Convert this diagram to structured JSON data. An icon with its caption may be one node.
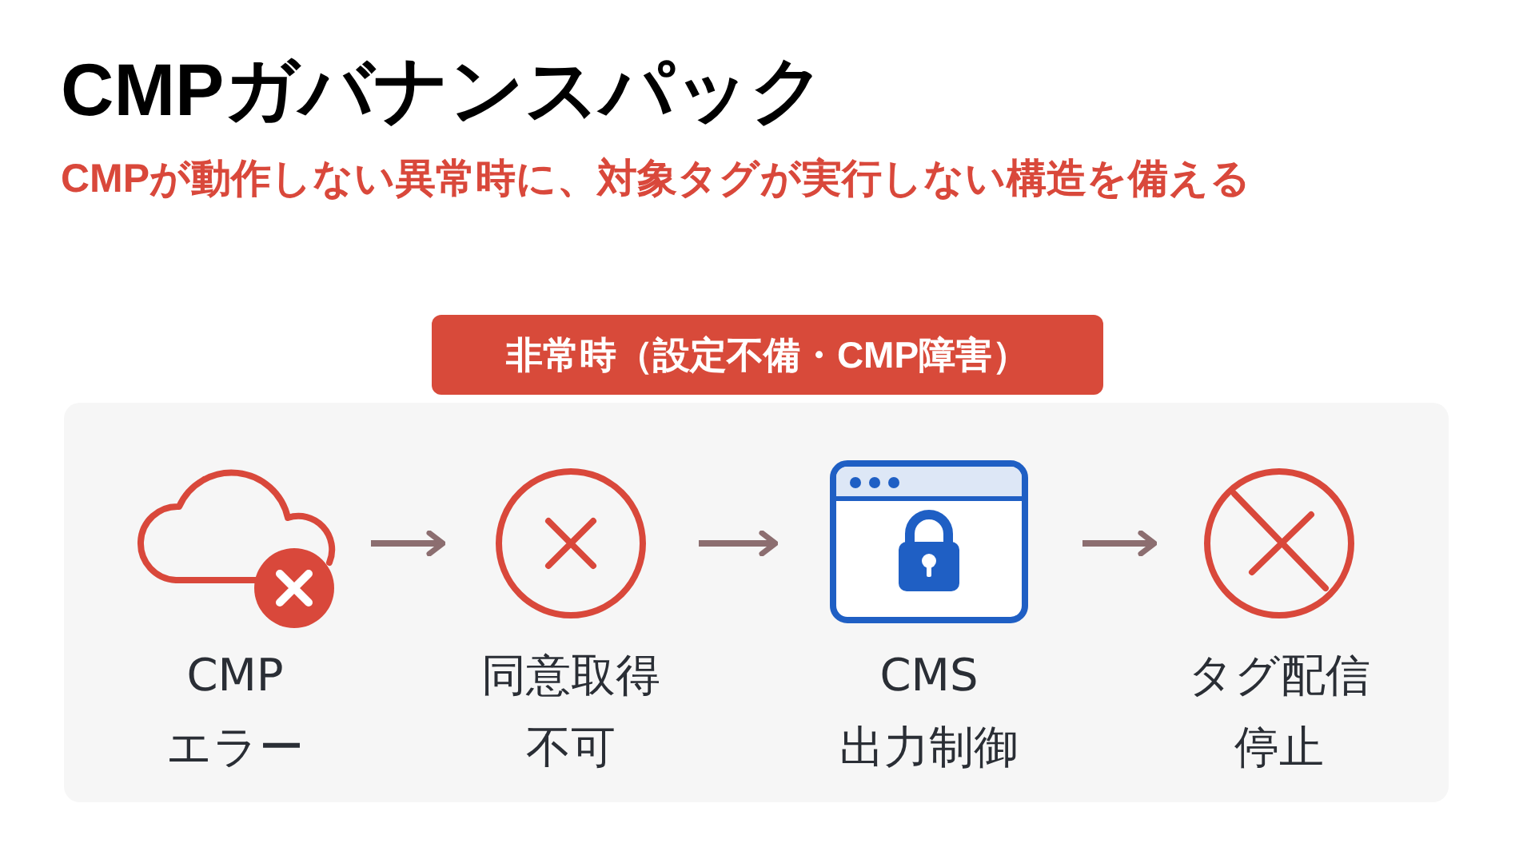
{
  "diagram": {
    "title": "CMPガバナンスパック",
    "nodes": [
      {
        "text": [
          "非常時（設定不備・CMP障害）"
        ]
      },
      {
        "text": [
          "CMP エラー"
        ]
      },
      {
        "text": [
          "同意取得不可"
        ]
      },
      {
        "text": [
          "CMS 出力制御"
        ]
      },
      {
        "text": [
          "タグ配信停止"
        ]
      }
    ],
    "edges": [
      {
        "from": 1,
        "to": 2,
        "arrow": "to"
      },
      {
        "from": 2,
        "to": 3,
        "arrow": "to"
      },
      {
        "from": 3,
        "to": 4,
        "arrow": "to"
      }
    ],
    "labels": [
      "CMPが動作しない異常時に、対象タグが実行しない構造を備える"
    ]
  }
}
